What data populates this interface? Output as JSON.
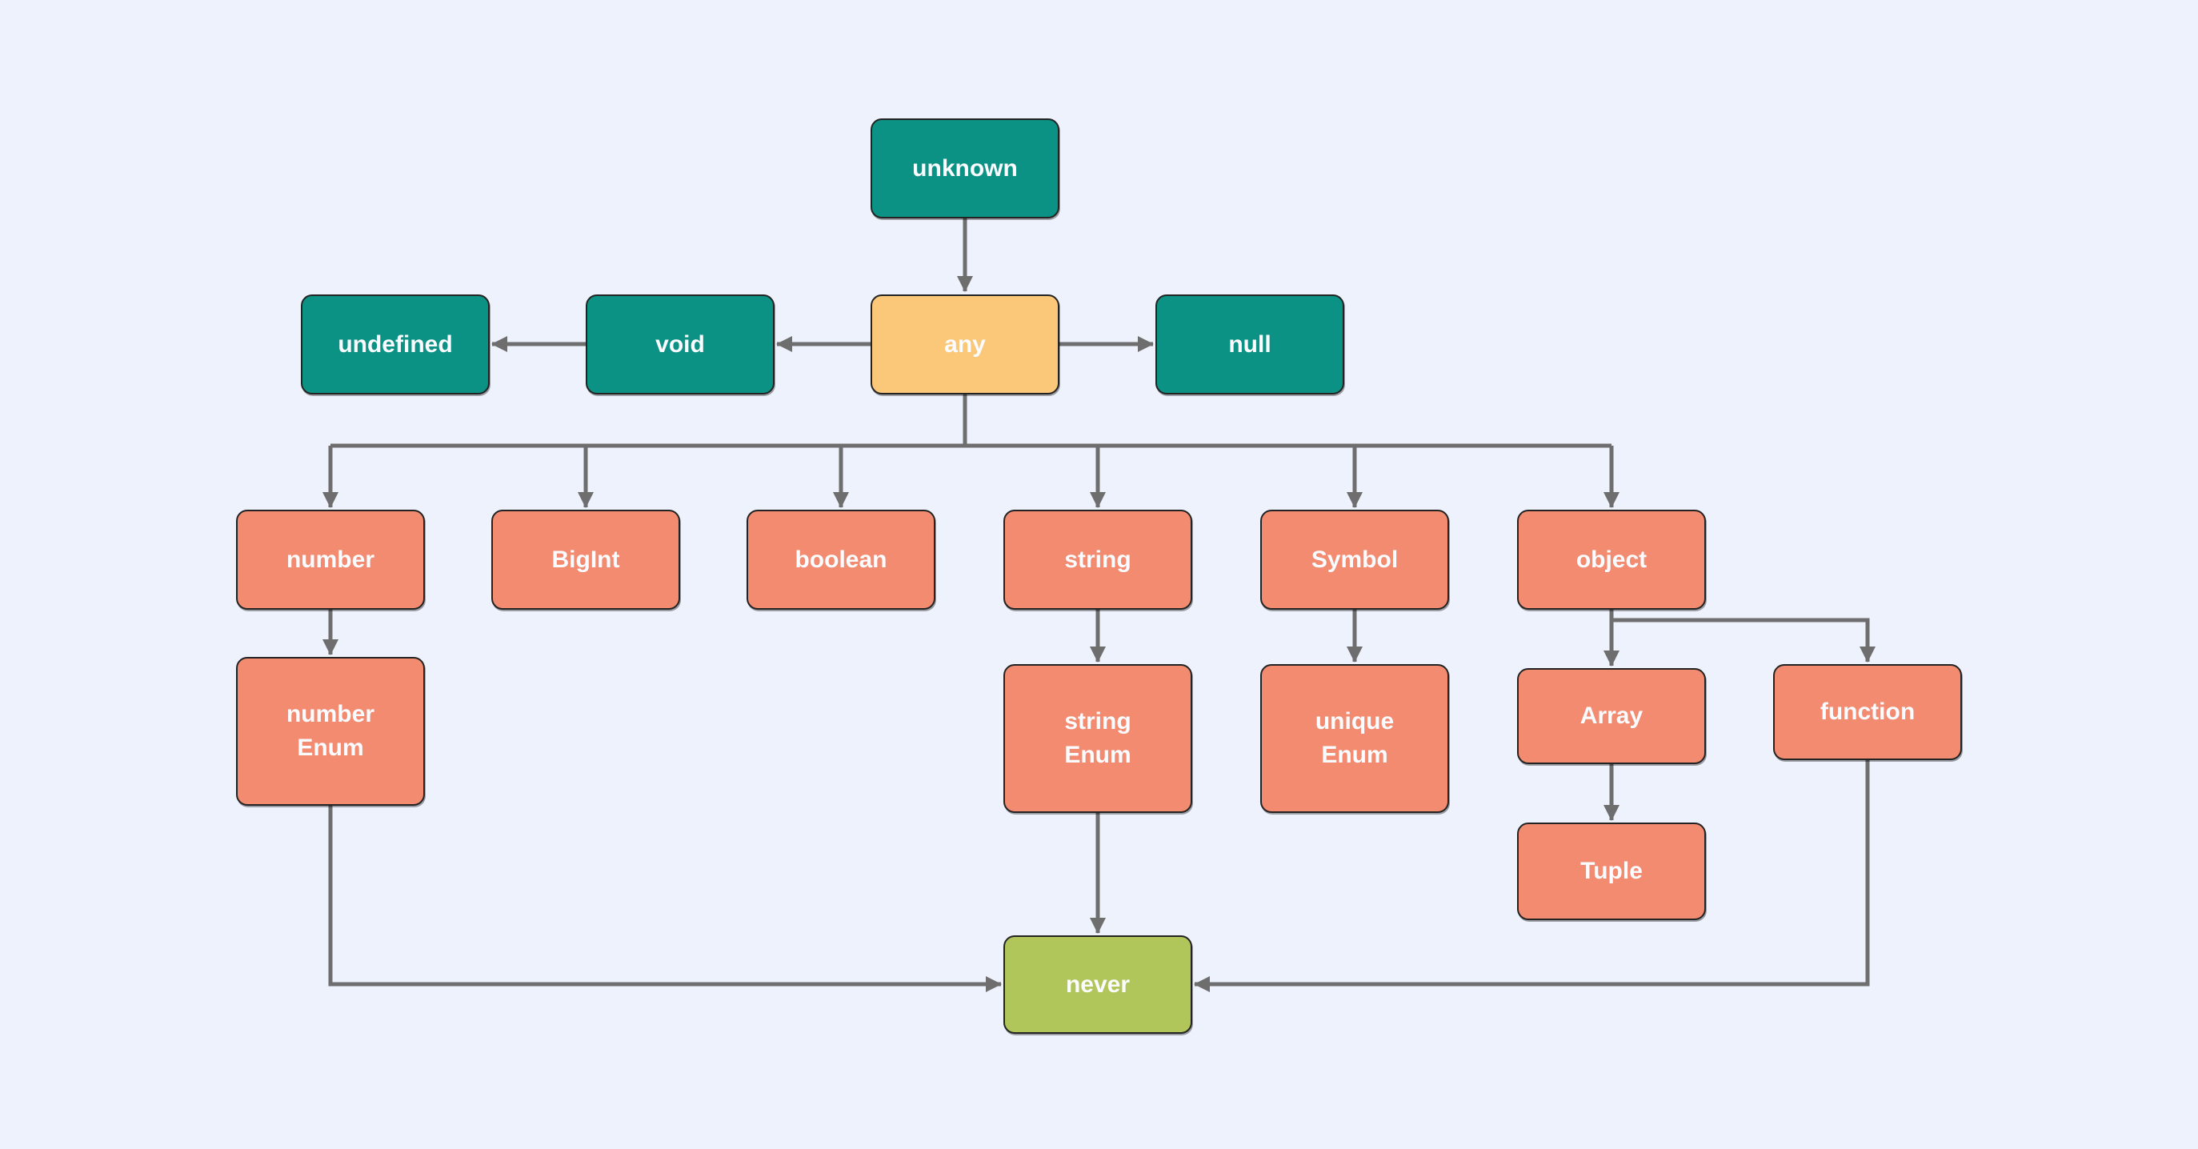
{
  "colors": {
    "background": "#EEF2FC",
    "line": "#6E6E6E",
    "teal": "#0B9285",
    "orange": "#FBC778",
    "salmon": "#F28B70",
    "green": "#B1C65A",
    "node_text": "#FAFCFF",
    "node_border": "#232323"
  },
  "nodes": {
    "unknown": {
      "label": "unknown",
      "kind": "teal"
    },
    "any": {
      "label": "any",
      "kind": "orange"
    },
    "undefined": {
      "label": "undefined",
      "kind": "teal"
    },
    "void": {
      "label": "void",
      "kind": "teal"
    },
    "null": {
      "label": "null",
      "kind": "teal"
    },
    "number": {
      "label": "number",
      "kind": "salmon"
    },
    "bigint": {
      "label": "BigInt",
      "kind": "salmon"
    },
    "boolean": {
      "label": "boolean",
      "kind": "salmon"
    },
    "string": {
      "label": "string",
      "kind": "salmon"
    },
    "symbol": {
      "label": "Symbol",
      "kind": "salmon"
    },
    "object": {
      "label": "object",
      "kind": "salmon"
    },
    "number_enum": {
      "label": "number\nEnum",
      "kind": "salmon"
    },
    "string_enum": {
      "label": "string\nEnum",
      "kind": "salmon"
    },
    "unique_enum": {
      "label": "unique\nEnum",
      "kind": "salmon"
    },
    "array": {
      "label": "Array",
      "kind": "salmon"
    },
    "function": {
      "label": "function",
      "kind": "salmon"
    },
    "tuple": {
      "label": "Tuple",
      "kind": "salmon"
    },
    "never": {
      "label": "never",
      "kind": "green"
    }
  },
  "edges": [
    {
      "from": "unknown",
      "to": "any"
    },
    {
      "from": "any",
      "to": "void"
    },
    {
      "from": "void",
      "to": "undefined"
    },
    {
      "from": "any",
      "to": "null"
    },
    {
      "from": "any",
      "to": "number"
    },
    {
      "from": "any",
      "to": "BigInt"
    },
    {
      "from": "any",
      "to": "boolean"
    },
    {
      "from": "any",
      "to": "string"
    },
    {
      "from": "any",
      "to": "Symbol"
    },
    {
      "from": "any",
      "to": "object"
    },
    {
      "from": "number",
      "to": "number Enum"
    },
    {
      "from": "string",
      "to": "string Enum"
    },
    {
      "from": "Symbol",
      "to": "unique Enum"
    },
    {
      "from": "object",
      "to": "Array"
    },
    {
      "from": "object",
      "to": "function"
    },
    {
      "from": "Array",
      "to": "Tuple"
    },
    {
      "from": "number Enum",
      "to": "never"
    },
    {
      "from": "string Enum",
      "to": "never"
    },
    {
      "from": "function",
      "to": "never"
    }
  ]
}
